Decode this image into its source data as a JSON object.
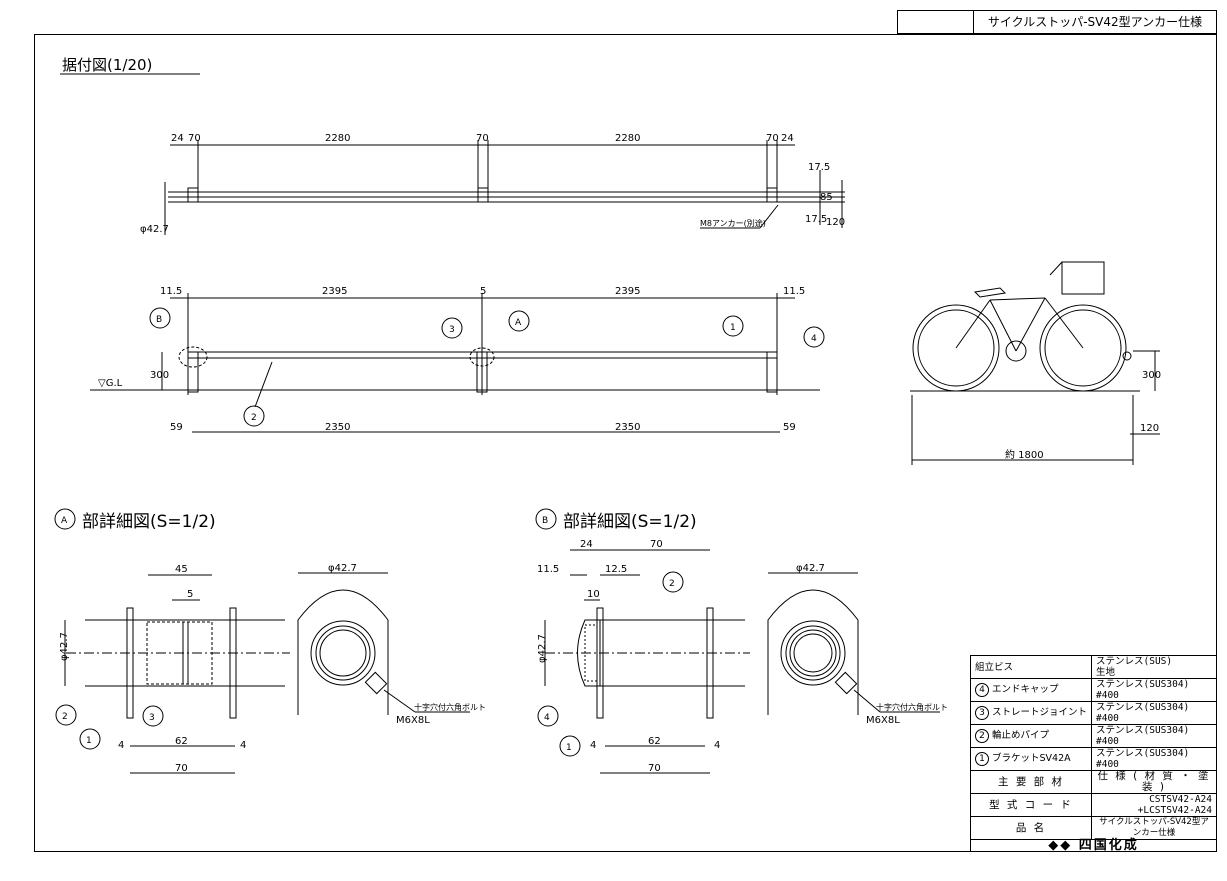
{
  "title_block": {
    "title": "サイクルストッパ-SV42型アンカー仕様"
  },
  "plan": {
    "heading": "据付図(1/20)",
    "dims": [
      "24",
      "70",
      "2280",
      "70",
      "2280",
      "70",
      "24",
      "17.5",
      "85",
      "120",
      "17.5"
    ],
    "dia": "φ42.7",
    "anchor_note": "M8アンカー(別途)"
  },
  "elevation": {
    "top_dims": [
      "11.5",
      "2395",
      "5",
      "2395",
      "11.5"
    ],
    "bottom_dims": [
      "59",
      "2350",
      "2350",
      "59"
    ],
    "height": "300",
    "gl": "▽G.L",
    "labels": [
      "B",
      "3",
      "A",
      "1",
      "4",
      "2"
    ]
  },
  "bike": {
    "height": "300",
    "offset": "120",
    "length": "約 1800"
  },
  "detail_a": {
    "mark": "A",
    "heading": "部詳細図(S=1/2)",
    "dims": [
      "45",
      "5",
      "φ42.7",
      "4",
      "62",
      "4",
      "70"
    ],
    "dia": "φ42.7",
    "bolt": [
      "十字穴付六角ボルト",
      "M6X8L"
    ],
    "labels": [
      "2",
      "3",
      "1"
    ]
  },
  "detail_b": {
    "mark": "B",
    "heading": "部詳細図(S=1/2)",
    "dims": [
      "24",
      "70",
      "11.5",
      "12.5",
      "10",
      "φ42.7",
      "4",
      "62",
      "4",
      "70"
    ],
    "dia": "φ42.7",
    "bolt": [
      "十字穴付六角ボルト",
      "M6X8L"
    ],
    "labels": [
      "2",
      "4",
      "1"
    ]
  },
  "parts": {
    "rows": [
      {
        "no": "",
        "name": "組立ビス",
        "spec1": "ステンレス(SUS)",
        "spec2": "生地"
      },
      {
        "no": "4",
        "name": "エンドキャップ",
        "spec1": "ステンレス(SUS304)",
        "spec2": "#400"
      },
      {
        "no": "3",
        "name": "ストレートジョイント",
        "spec1": "ステンレス(SUS304)",
        "spec2": "#400"
      },
      {
        "no": "2",
        "name": "輪止めパイプ",
        "spec1": "ステンレス(SUS304)",
        "spec2": "#400"
      },
      {
        "no": "1",
        "name": "ブラケットSV42A",
        "spec1": "ステンレス(SUS304)",
        "spec2": "#400"
      }
    ],
    "header_left": "主 要 部 材",
    "header_right": "仕 様 ( 材 質 ・ 塗 装 )",
    "code_label": "型 式 コ ー ド",
    "code_1": "CSTSV42-A24",
    "code_2": "+LCSTSV42-A24",
    "name_label": "品 名",
    "name_value": "サイクルストッパ-SV42型アンカー仕様",
    "logo": "四国化成"
  }
}
